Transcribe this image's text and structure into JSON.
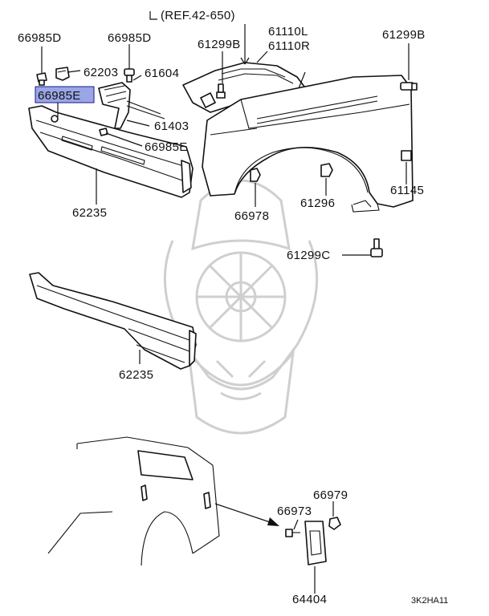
{
  "diagram": {
    "ref_label": "(REF.42-650)",
    "drawing_code": "3K2HA11",
    "highlight_color": "#9aa6e6",
    "labels": {
      "p66985D_a": "66985D",
      "p66985D_b": "66985D",
      "p62203": "62203",
      "p61604": "61604",
      "p66985E_hl": "66985E",
      "p61403": "61403",
      "p66985E_b": "66985E",
      "p62235_a": "62235",
      "p61299B_a": "61299B",
      "p61110L": "61110L",
      "p61110R": "61110R",
      "p61299B_b": "61299B",
      "p66978": "66978",
      "p61296": "61296",
      "p61145": "61145",
      "p61299C": "61299C",
      "p62235_b": "62235",
      "p66979": "66979",
      "p66973": "66973",
      "p64404": "64404"
    }
  }
}
